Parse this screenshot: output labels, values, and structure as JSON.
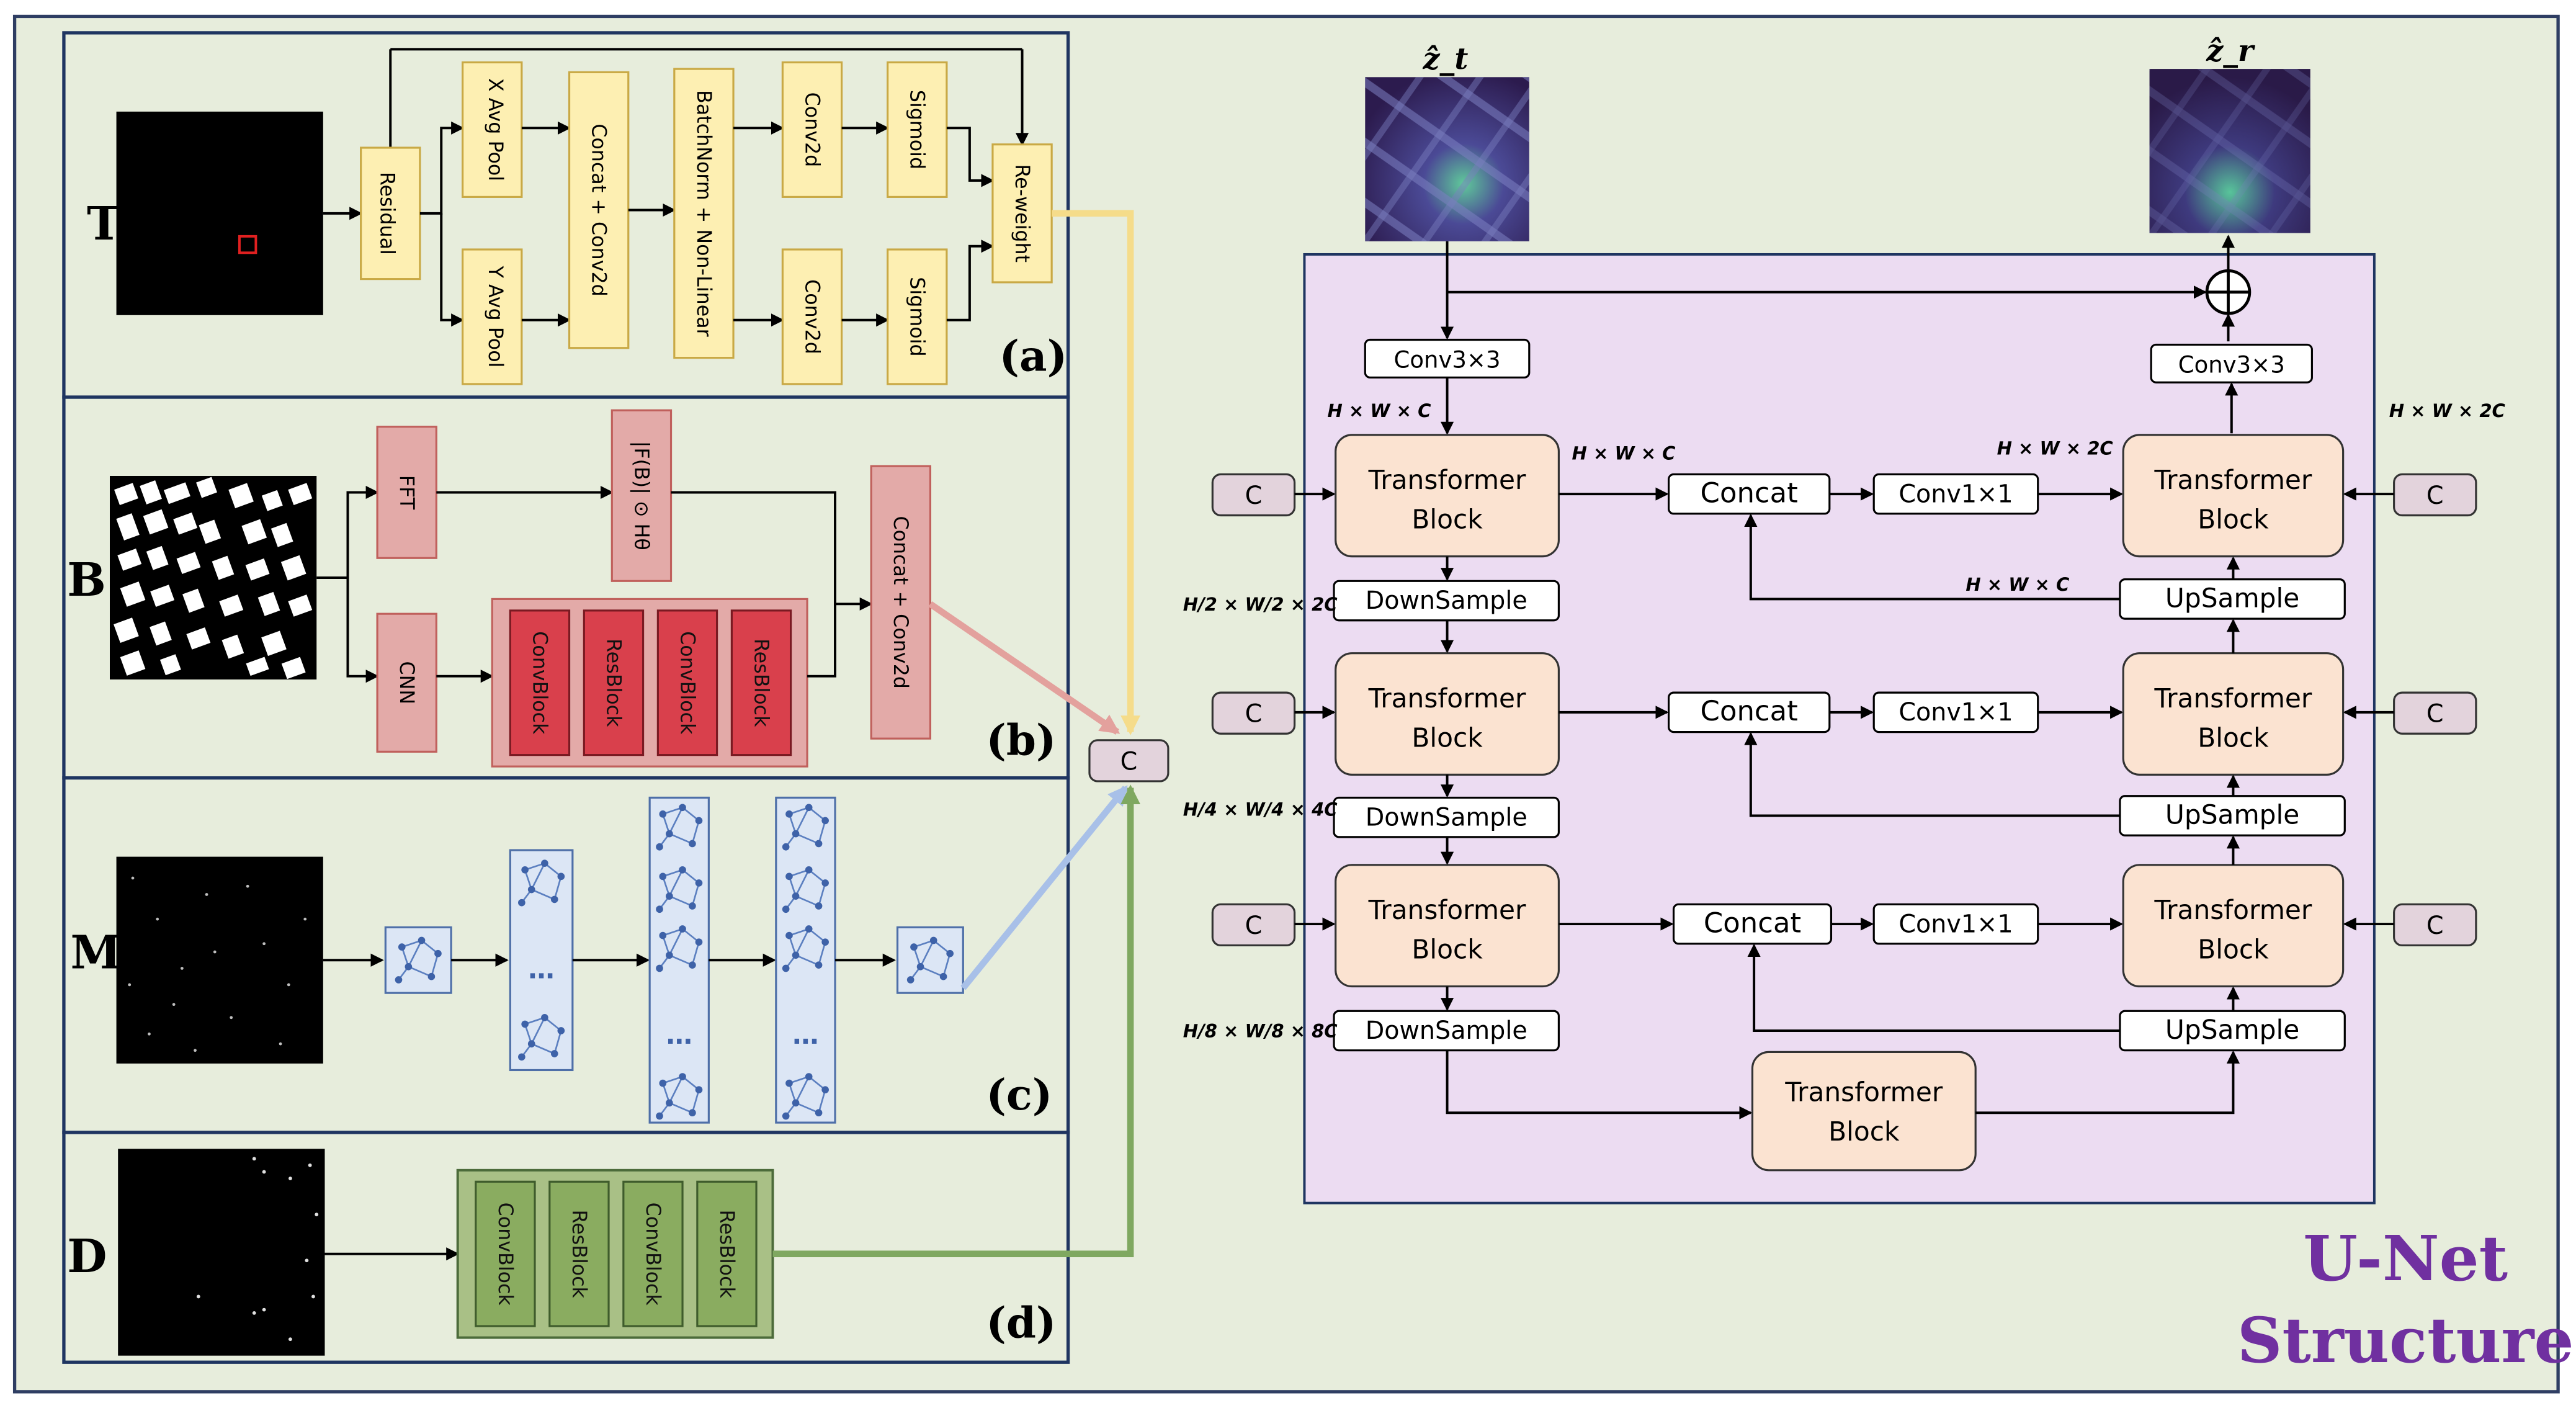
{
  "panels": {
    "T": {
      "letter": "T",
      "tag": "(a)",
      "residual": "Residual",
      "x_avg_pool": "X Avg Pool",
      "y_avg_pool": "Y Avg Pool",
      "concat_conv2d": "Concat + Conv2d",
      "batchnorm": "BatchNorm + Non-Linear",
      "conv2d_top": "Conv2d",
      "conv2d_bottom": "Conv2d",
      "sigmoid_top": "Sigmoid",
      "sigmoid_bottom": "Sigmoid",
      "reweight": "Re-weight"
    },
    "B": {
      "letter": "B",
      "tag": "(b)",
      "fft": "FFT",
      "mag": "|F(B)| ⊙ Hθ",
      "cnn": "CNN",
      "blocks": [
        "ConvBlock",
        "ResBlock",
        "ConvBlock",
        "ResBlock"
      ],
      "concat_conv2d": "Concat + Conv2d"
    },
    "M": {
      "letter": "M",
      "tag": "(c)",
      "ellipsis": "…"
    },
    "D": {
      "letter": "D",
      "tag": "(d)",
      "blocks": [
        "ConvBlock",
        "ResBlock",
        "ConvBlock",
        "ResBlock"
      ]
    }
  },
  "fusion": {
    "label": "C"
  },
  "unet": {
    "title_line1": "U-Net",
    "title_line2": "Structure",
    "input_label": "ẑ_t",
    "output_label": "ẑ_r",
    "conv_in": "Conv3×3",
    "conv_out": "Conv3×3",
    "c_label": "C",
    "transformer_line1": "Transformer",
    "transformer_line2": "Block",
    "downsample": "DownSample",
    "upsample": "UpSample",
    "concat": "Concat",
    "conv1": "Conv1×1",
    "dims": {
      "hwc": "H × W × C",
      "hw2c": "H × W × 2C",
      "l1_left": "H/2 × W/2 × 2C",
      "l2_left": "H/4 × W/4 × 4C",
      "l3_left": "H/8 × W/8 × 8C"
    }
  },
  "colors": {
    "background": "#e7eddc",
    "unet_panel": "#ecdcf2",
    "yellow_box": "#fdefb2",
    "pink_box": "#e3aaa8",
    "red_box": "#d9404c",
    "green_box": "#8aac60",
    "transformer_box": "#fbe3d1",
    "arrow_yellow": "#f5dc8a",
    "arrow_pink": "#e3a19d",
    "arrow_blue": "#a8c0e8",
    "arrow_green": "#7fa860",
    "title_purple": "#7030a0"
  }
}
